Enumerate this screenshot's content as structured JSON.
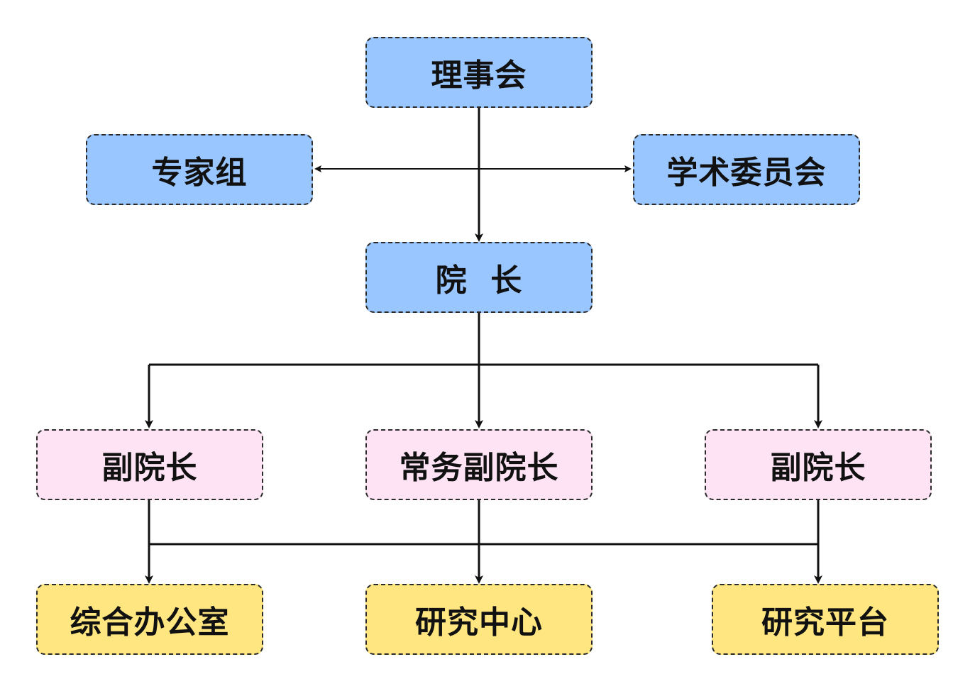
{
  "colors": {
    "top_level": "#99c6ff",
    "deputy_level": "#fde3f3",
    "department_level": "#ffe680",
    "border": "#2b2b2b",
    "connector": "#111111"
  },
  "nodes": {
    "board": "理事会",
    "expert_group": "专家组",
    "academic_committee": "学术委员会",
    "president": "院  长",
    "vice_president_left": "副院长",
    "executive_vice_president": "常务副院长",
    "vice_president_right": "副院长",
    "general_office": "综合办公室",
    "research_center": "研究中心",
    "research_platform": "研究平台"
  }
}
